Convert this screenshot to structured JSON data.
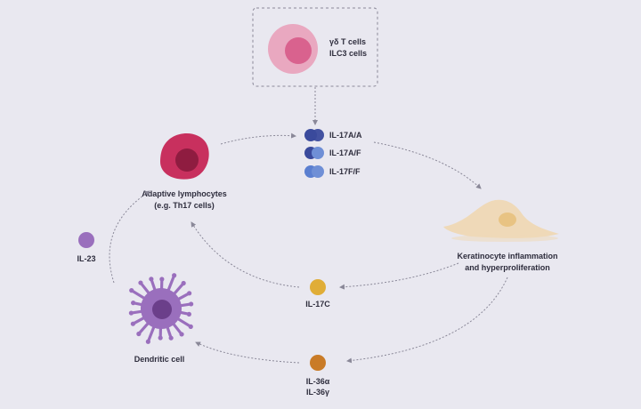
{
  "innate_box": {
    "line1": "γδ T cells",
    "line2": "ILC3 cells"
  },
  "cytokines": [
    {
      "label": "IL-17A/A",
      "left_color": "#3a4a9c",
      "right_color": "#3a4a9c"
    },
    {
      "label": "IL-17A/F",
      "left_color": "#3a4a9c",
      "right_color": "#6f8fd6"
    },
    {
      "label": "IL-17F/F",
      "left_color": "#5b7fd0",
      "right_color": "#6f8fd6"
    }
  ],
  "adaptive": {
    "line1": "Adaptive lymphocytes",
    "line2": "(e.g. Th17 cells)"
  },
  "keratinocyte": {
    "line1": "Keratinocyte inflammation",
    "line2": "and hyperproliferation"
  },
  "il17c": {
    "label": "IL-17C"
  },
  "il36": {
    "line1": "IL-36α",
    "line2": "IL-36γ"
  },
  "dendritic": {
    "label": "Dendritic cell"
  },
  "il23": {
    "label": "IL-23"
  },
  "colors": {
    "background": "#e9e8f0",
    "innate_outer": "#e9a8c0",
    "innate_inner": "#d9628e",
    "adaptive_outer": "#c8305e",
    "adaptive_inner": "#8f1c40",
    "keratinocyte_body": "#efd9b8",
    "keratinocyte_nucleus": "#e8c383",
    "il17c_dot": "#e0ad37",
    "il36_dot": "#c97b27",
    "dendritic_outer": "#9a6fbd",
    "dendritic_inner": "#6b3f8a",
    "il23_dot": "#9a6fbd",
    "arrow": "#8a8898",
    "text": "#2e2d3d"
  }
}
